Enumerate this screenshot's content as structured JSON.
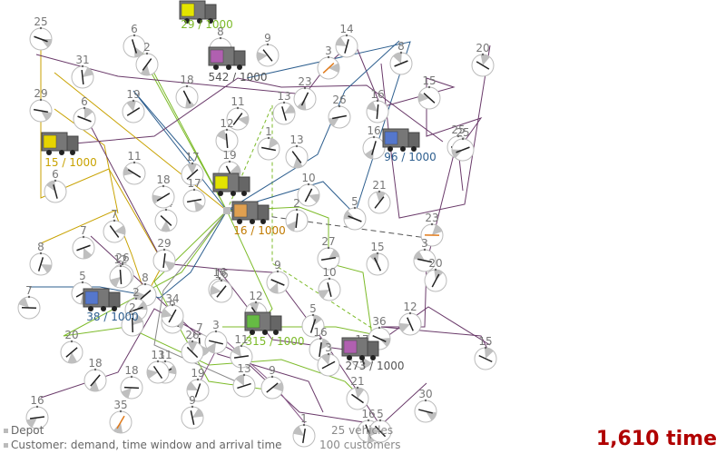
{
  "legend": {
    "depot": "Depot",
    "customer": "Customer: demand, time window and arrival time"
  },
  "stats": {
    "vehicles": "25 vehicles",
    "customers": "100 customers",
    "time": "1,610 time"
  },
  "vehicles": [
    {
      "label": "29 / 1000",
      "color": "#7dbb2a",
      "cab": "#e4e400"
    },
    {
      "label": "542 / 1000",
      "color": "#555555",
      "cab": "#b060b0"
    },
    {
      "label": "15 / 1000",
      "color": "#c8a200",
      "cab": "#e6d400"
    },
    {
      "label": "96 / 1000",
      "color": "#2e5f8f",
      "cab": "#5577cc"
    },
    {
      "label": "16 / 1000",
      "color": "#c07a00",
      "cab": "#e0a050"
    },
    {
      "label": "38 / 1000",
      "color": "#2e5f8f",
      "cab": "#5577cc"
    },
    {
      "label": "315 / 1000",
      "color": "#7dbb2a",
      "cab": "#66bb44"
    },
    {
      "label": "273 / 1000",
      "color": "#555555",
      "cab": "#b060b0"
    },
    {
      "label": "",
      "color": "#555555",
      "cab": "#e4e400"
    }
  ],
  "customer_demands": [
    "25",
    "6",
    "2",
    "8",
    "9",
    "14",
    "8",
    "20",
    "31",
    "3",
    "29",
    "18",
    "23",
    "26",
    "15",
    "16",
    "19",
    "6",
    "13",
    "11",
    "25",
    "13",
    "16",
    "25",
    "11",
    "12",
    "17",
    "1",
    "19",
    "10",
    "17",
    "14",
    "2",
    "18",
    "5",
    "6",
    "21",
    "23",
    "7",
    "8",
    "7",
    "26",
    "12",
    "8",
    "3",
    "15",
    "20",
    "27",
    "16",
    "29",
    "5",
    "9",
    "10",
    "16",
    "7",
    "12",
    "5",
    "2",
    "9",
    "7",
    "20",
    "3",
    "12",
    "34",
    "11",
    "26",
    "16",
    "11",
    "36",
    "17",
    "18",
    "18",
    "13",
    "19",
    "13",
    "21",
    "2",
    "9",
    "30",
    "16",
    "35",
    "16",
    "5",
    "1",
    "3",
    "15",
    "9"
  ]
}
